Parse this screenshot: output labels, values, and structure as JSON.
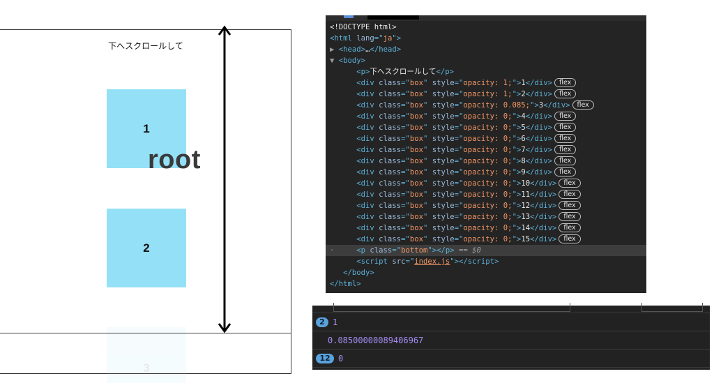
{
  "viewport": {
    "scroll_text": "下へスクロールして",
    "root_label": "root",
    "boxes": [
      {
        "label": "1",
        "opacity": 1
      },
      {
        "label": "2",
        "opacity": 1
      },
      {
        "label": "3",
        "opacity": 0.085
      }
    ]
  },
  "devtools": {
    "doctype": "<!DOCTYPE html>",
    "html_lang": "ja",
    "head_label": "head",
    "ellipsis": "…",
    "p_text": "下へスクロールして",
    "badge_label": "flex",
    "selected_p_class": "bottom",
    "dollar_zero": "== $0",
    "script_src": "index.js",
    "box_rows": [
      {
        "opacity": "1;",
        "label": "1"
      },
      {
        "opacity": "1;",
        "label": "2"
      },
      {
        "opacity": "0.085;",
        "label": "3"
      },
      {
        "opacity": "0;",
        "label": "4"
      },
      {
        "opacity": "0;",
        "label": "5"
      },
      {
        "opacity": "0;",
        "label": "6"
      },
      {
        "opacity": "0;",
        "label": "7"
      },
      {
        "opacity": "0;",
        "label": "8"
      },
      {
        "opacity": "0;",
        "label": "9"
      },
      {
        "opacity": "0;",
        "label": "10"
      },
      {
        "opacity": "0;",
        "label": "11"
      },
      {
        "opacity": "0;",
        "label": "12"
      },
      {
        "opacity": "0;",
        "label": "13"
      },
      {
        "opacity": "0;",
        "label": "14"
      },
      {
        "opacity": "0;",
        "label": "15"
      }
    ]
  },
  "console": {
    "rows": [
      {
        "count": "2",
        "value": "1"
      },
      {
        "count": "",
        "value": "0.08500000089406967"
      },
      {
        "count": "12",
        "value": "0"
      }
    ]
  }
}
